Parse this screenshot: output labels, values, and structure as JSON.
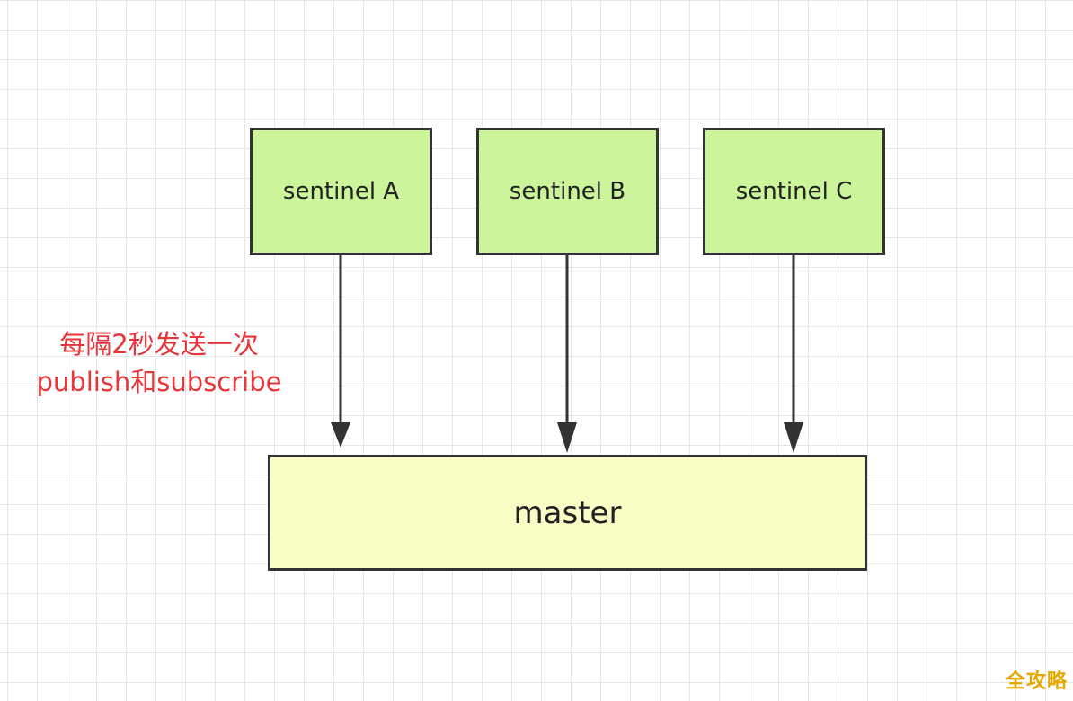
{
  "diagram": {
    "sentinels": [
      {
        "label": "sentinel A"
      },
      {
        "label": "sentinel B"
      },
      {
        "label": "sentinel C"
      }
    ],
    "master": {
      "label": "master"
    },
    "annotation": {
      "line1": "每隔2秒发送一次",
      "line2": "publish和subscribe"
    },
    "colors": {
      "sentinel_fill": "#ccf59b",
      "master_fill": "#fafcc6",
      "border": "#333333",
      "arrow": "#333333",
      "annotation_text": "#e8353a",
      "grid": "#e6e6e6"
    }
  },
  "watermark": {
    "text": "全攻略"
  }
}
